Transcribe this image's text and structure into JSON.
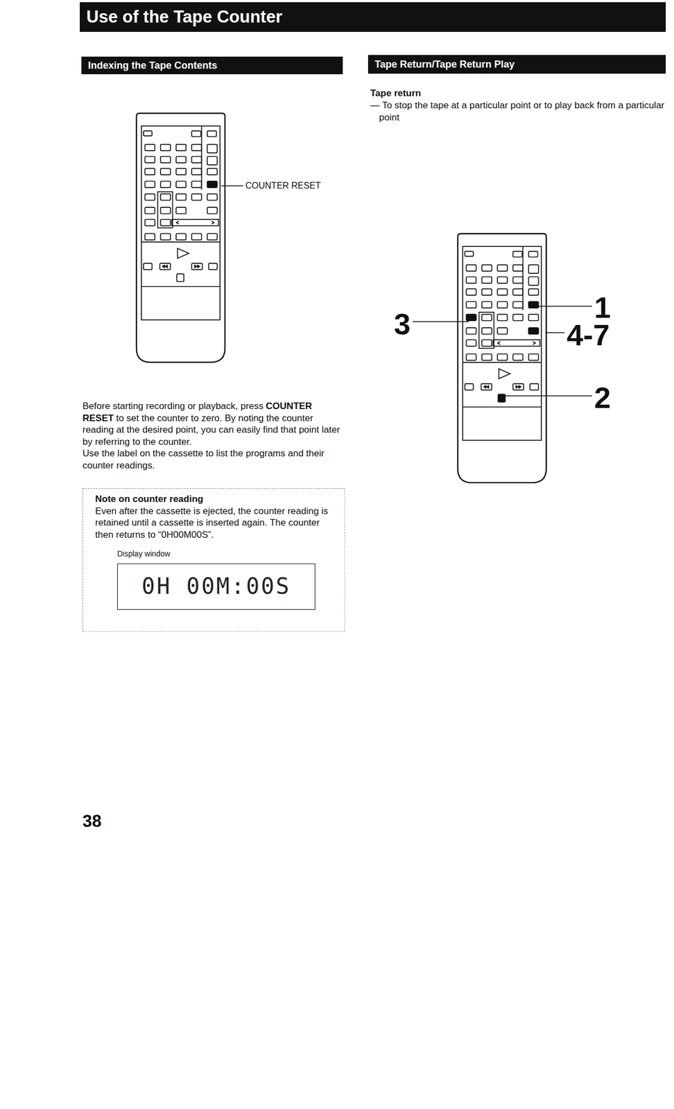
{
  "diagram": {
    "title": "Use of the Tape Counter",
    "nodes": [
      {
        "text": [
          "Indexing the Tape Contents"
        ]
      },
      {
        "text": [
          "Tape Return/Tape Return Play"
        ]
      },
      {
        "text": [
          "Note on counter reading",
          "Even after the cassette is ejected, the counter reading is retained until a cassette is inserted again. The counter then returns to “0H00M00S”."
        ]
      },
      {
        "text": [
          "Display window",
          "0H 00M:00S"
        ],
        "in": 2
      }
    ],
    "edges": [],
    "labels": [
      "COUNTER RESET",
      "Before starting recording or playback, press",
      "COUNTER RESET",
      "to set the counter to zero. By noting the counter reading at the desired point, you can easily find that point later by referring to the counter.",
      "Use the label on the cassette to list the programs and their counter readings.",
      "Tape return",
      "— To stop the tape at a particular point or to play back from a particular point",
      "1",
      "4-7",
      "2",
      "3",
      "38"
    ]
  }
}
